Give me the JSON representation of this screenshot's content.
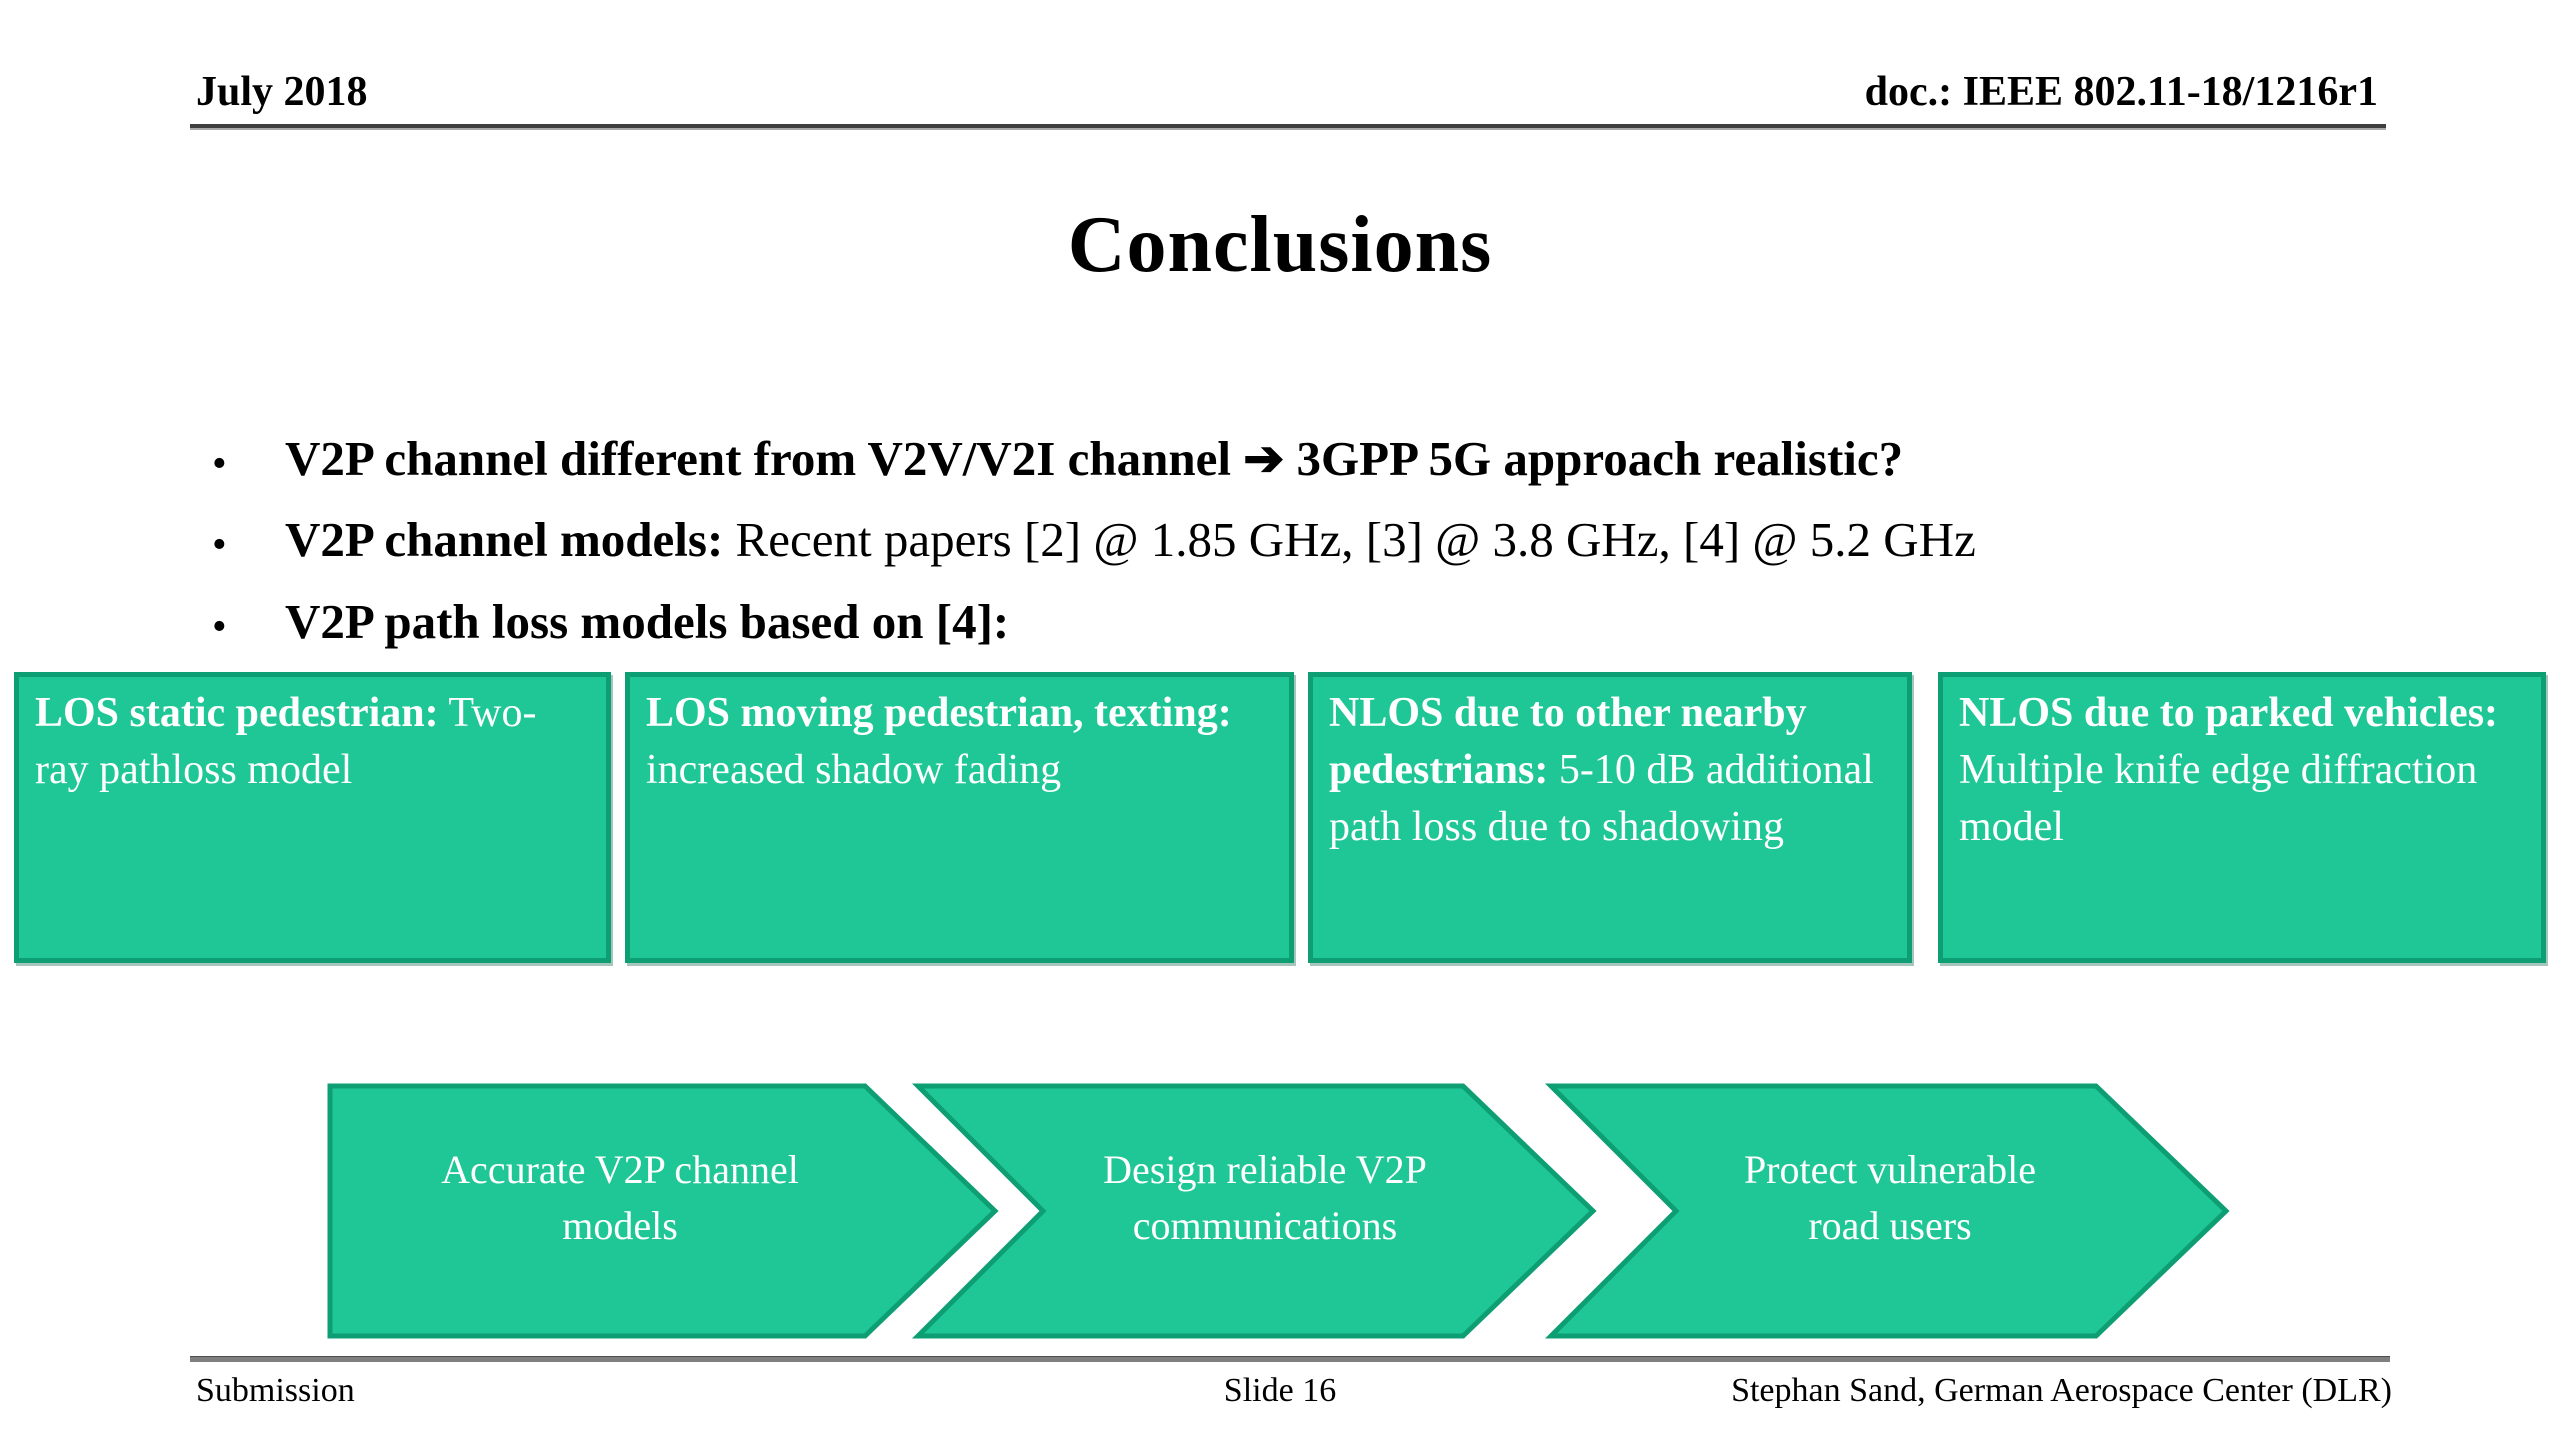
{
  "header": {
    "date": "July 2018",
    "doc": "doc.: IEEE 802.11-18/1216r1"
  },
  "title": "Conclusions",
  "bullet_glyph": "•",
  "bullets": [
    {
      "bold": "V2P channel different from V2V/V2I channel ➔ 3GPP 5G approach realistic?",
      "regular": ""
    },
    {
      "bold": "V2P channel models:",
      "regular": " Recent papers [2] @ 1.85 GHz, [3] @ 3.8 GHz, [4] @ 5.2 GHz"
    },
    {
      "bold": "V2P path loss models based on [4]:",
      "regular": ""
    }
  ],
  "boxes": [
    {
      "bold": "LOS static pedestrian:",
      "regular": " Two-ray pathloss model"
    },
    {
      "bold": "LOS moving pedestrian, texting:",
      "regular": " increased shadow fading"
    },
    {
      "bold": "NLOS due to other nearby pedestrians:",
      "regular": " 5-10 dB additional path loss due to shadowing"
    },
    {
      "bold": "NLOS due to parked vehicles:",
      "regular": " Multiple knife edge diffraction model"
    }
  ],
  "arrows": [
    {
      "line1": "Accurate V2P channel",
      "line2": "models"
    },
    {
      "line1": "Design reliable V2P",
      "line2": "communications"
    },
    {
      "line1": "Protect vulnerable",
      "line2": "road users"
    }
  ],
  "footer": {
    "left": "Submission",
    "center": "Slide 16",
    "right": "Stephan Sand, German Aerospace Center (DLR)"
  },
  "colors": {
    "box_fill": "#1ec795",
    "box_border": "#0e9e74",
    "text_on_green": "#ffffff",
    "header_rule": "#3f3f3f",
    "footer_rule": "#7f7f7f"
  }
}
